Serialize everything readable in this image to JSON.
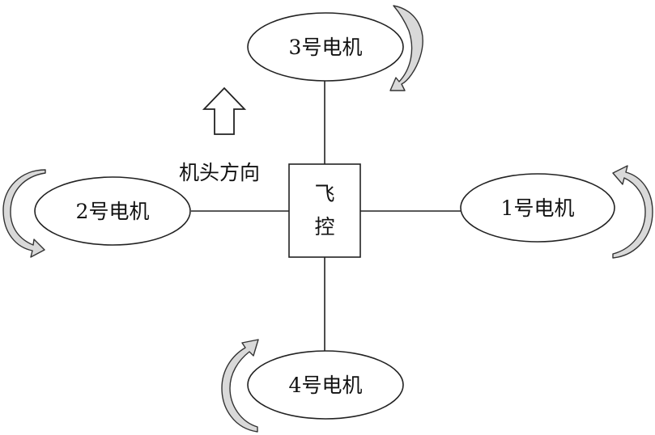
{
  "flight_controller": {
    "line1": "飞",
    "line2": "控"
  },
  "heading_label": "机头方向",
  "motors": {
    "m1": "1号电机",
    "m2": "2号电机",
    "m3": "3号电机",
    "m4": "4号电机"
  },
  "colors": {
    "line": "#222222",
    "rotation_arrow": "#d9d9d9",
    "background": "#ffffff"
  },
  "icons": {
    "heading": "up-arrow-icon",
    "rotation": "curved-arrow-icon"
  }
}
